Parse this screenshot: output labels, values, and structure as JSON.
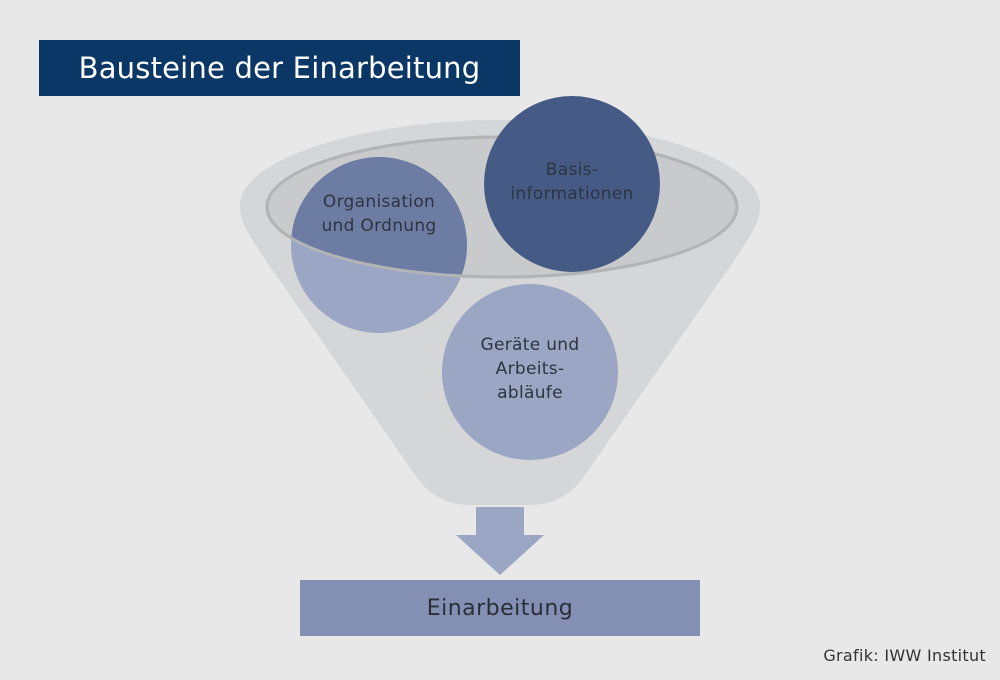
{
  "title": "Bausteine der Einarbeitung",
  "funnel": {
    "items": [
      {
        "id": "organisation",
        "lines": [
          "Organisation",
          "und Ordnung"
        ],
        "color": "#6d7ca3"
      },
      {
        "id": "basis",
        "lines": [
          "Basis-",
          "informationen"
        ],
        "color": "#455b85"
      },
      {
        "id": "geraete",
        "lines": [
          "Geräte und",
          "Arbeits-",
          "abläufe"
        ],
        "color": "#9aa6c3"
      }
    ],
    "funnel_color": "#d5d6d8",
    "rim_color": "#c7c8ca",
    "arrow_color": "#9aa6c3"
  },
  "result": {
    "label": "Einarbeitung",
    "color": "#8490b3"
  },
  "credit": "Grafik: IWW Institut",
  "colors": {
    "background": "#e8e8e8",
    "title_bg": "#0b3766",
    "title_text": "#ffffff"
  }
}
